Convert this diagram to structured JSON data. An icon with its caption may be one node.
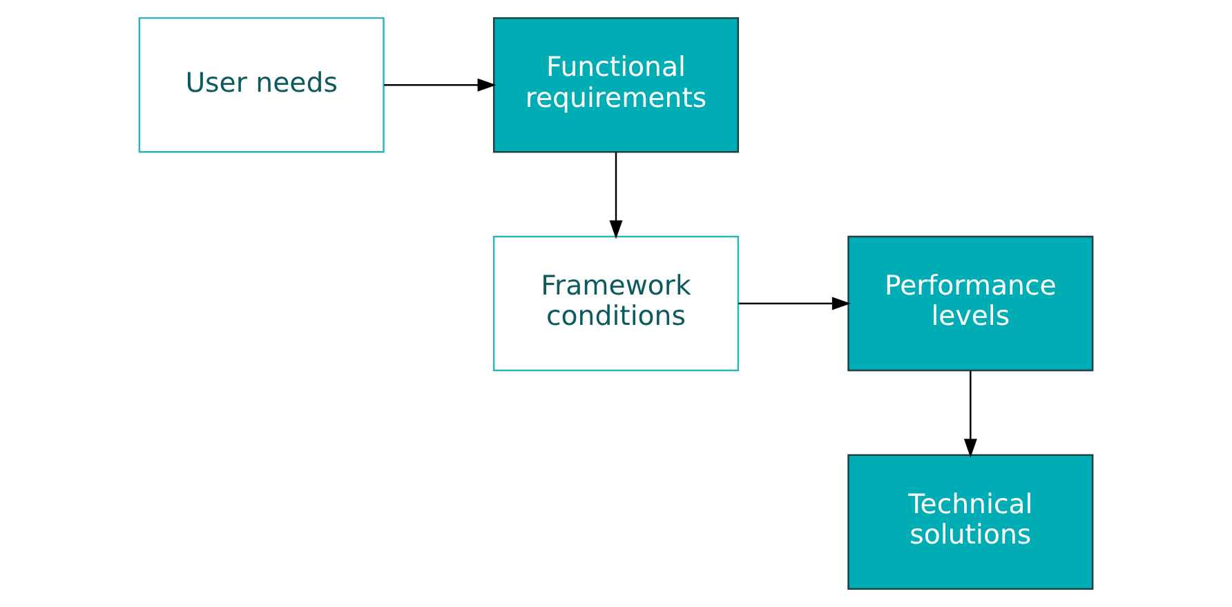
{
  "diagram": {
    "nodes": [
      {
        "text": [
          "User needs"
        ]
      },
      {
        "text": [
          "Functional requirements"
        ]
      },
      {
        "text": [
          "Framework conditions"
        ]
      },
      {
        "text": [
          "Performance levels"
        ]
      },
      {
        "text": [
          "Technical solutions"
        ]
      }
    ],
    "edges": [
      {
        "from": 0,
        "to": 1,
        "arrow": "to"
      },
      {
        "from": 1,
        "to": 2,
        "arrow": "to"
      },
      {
        "from": 2,
        "to": 3,
        "arrow": "to"
      },
      {
        "from": 3,
        "to": 4,
        "arrow": "to"
      }
    ]
  }
}
